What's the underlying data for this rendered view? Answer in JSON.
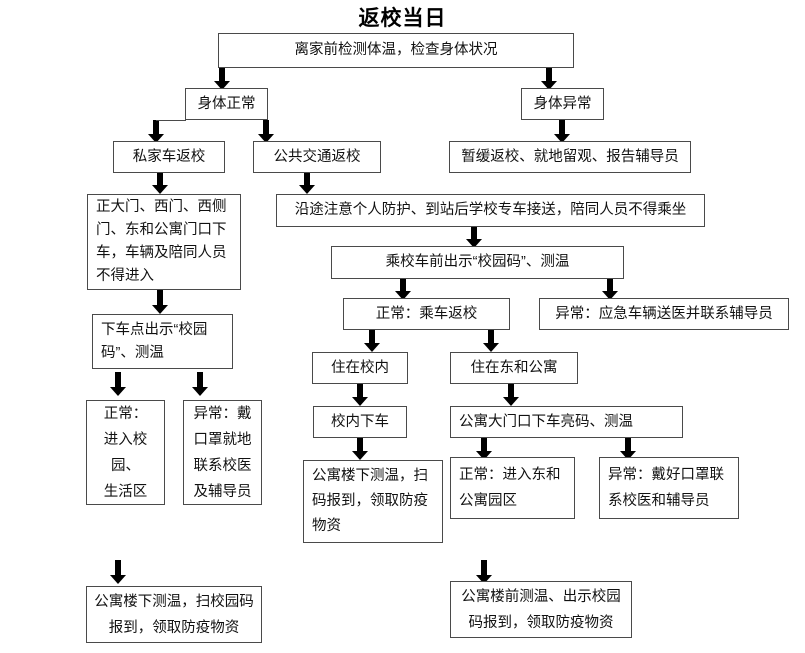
{
  "title": "返校当日",
  "nodes": {
    "start": "离家前检测体温，检查身体状况",
    "normal": "身体正常",
    "abnormal": "身体异常",
    "private_car": "私家车返校",
    "public_transit": "公共交通返校",
    "delay_return": "暂缓返校、就地留观、报告辅导员",
    "gate_dropoff": "正大门、西门、西侧门、东和公寓门口下车，车辆及陪同人员不得进入",
    "transit_notice": "沿途注意个人防护、到站后学校专车接送，陪同人员不得乘坐",
    "dropoff_code": "下车点出示“校园码”、测温",
    "bus_code": "乘校车前出示“校园码”、测温",
    "gate_normal": "正常：\n进入校园、\n生活区",
    "gate_abnormal": "异常：戴\n口罩就地\n联系校医\n及辅导员",
    "bus_normal": "正常：乘车返校",
    "bus_abnormal": "异常：应急车辆送医并联系辅导员",
    "live_on_campus": "住在校内",
    "live_donghe": "住在东和公寓",
    "campus_dropoff": "校内下车",
    "donghe_gate_check": "公寓大门口下车亮码、测温",
    "dorm_check_in": "公寓楼下测温，扫码报到，领取防疫物资",
    "donghe_normal": "正常：进入东和\n公寓园区",
    "donghe_abnormal": "异常：戴好口罩联\n系校医和辅导员",
    "final_left": "公寓楼下测温，扫校园码\n报到，领取防疫物资",
    "final_right": "公寓楼前测温、出示校园\n码报到，领取防疫物资"
  },
  "colors": {
    "border": "#4a4a4a",
    "arrow": "#000000",
    "background": "#ffffff",
    "text": "#111111"
  }
}
